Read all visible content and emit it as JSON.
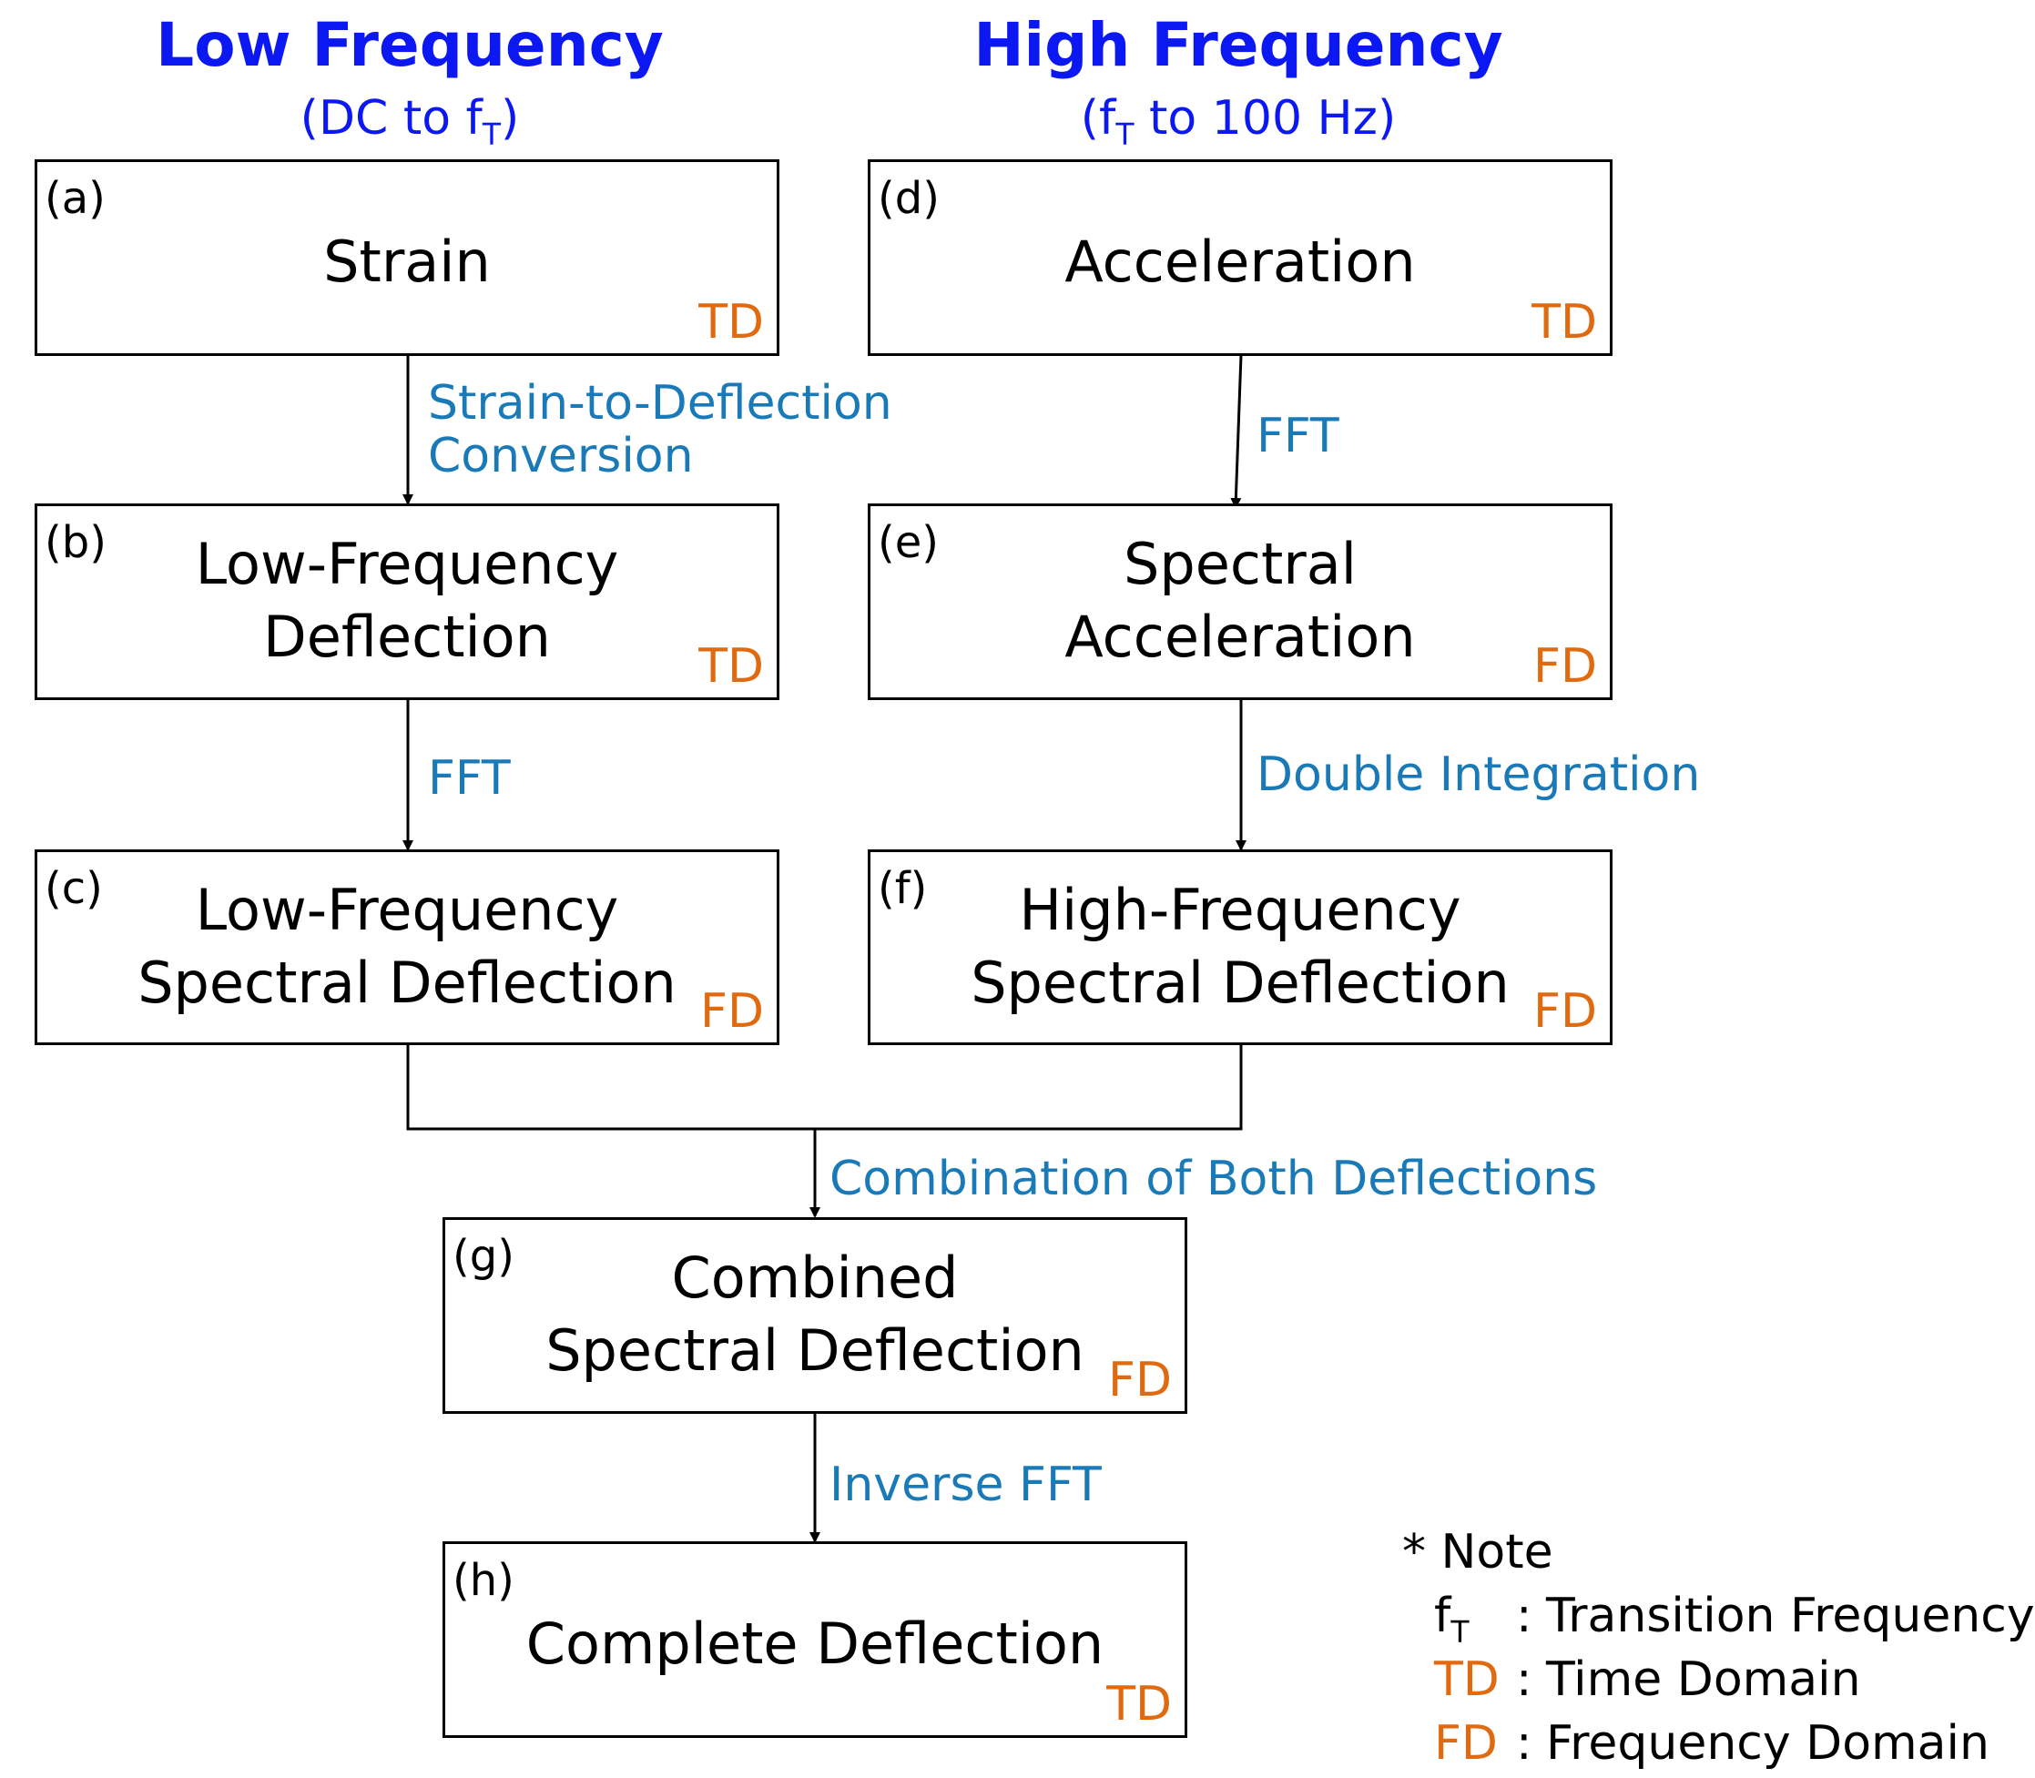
{
  "columns": {
    "low": {
      "title": "Low Frequency",
      "sub_pre": "(DC to f",
      "sub_subscript": "T",
      "sub_post": ")"
    },
    "high": {
      "title": "High Frequency",
      "sub_pre": "(f",
      "sub_subscript": "T",
      "sub_post": " to 100 Hz)"
    }
  },
  "boxes": {
    "a": {
      "letter": "(a)",
      "line1": "Strain",
      "domain": "TD"
    },
    "b": {
      "letter": "(b)",
      "line1": "Low-Frequency",
      "line2": "Deflection",
      "domain": "TD"
    },
    "c": {
      "letter": "(c)",
      "line1": "Low-Frequency",
      "line2": "Spectral Deflection",
      "domain": "FD"
    },
    "d": {
      "letter": "(d)",
      "line1": "Acceleration",
      "domain": "TD"
    },
    "e": {
      "letter": "(e)",
      "line1": "Spectral",
      "line2": "Acceleration",
      "domain": "FD"
    },
    "f": {
      "letter": "(f)",
      "line1": "High-Frequency",
      "line2": "Spectral Deflection",
      "domain": "FD"
    },
    "g": {
      "letter": "(g)",
      "line1": "Combined",
      "line2": "Spectral Deflection",
      "domain": "FD"
    },
    "h": {
      "letter": "(h)",
      "line1": "Complete Deflection",
      "domain": "TD"
    }
  },
  "edges": {
    "a_b": {
      "line1": "Strain-to-Deflection",
      "line2": "Conversion"
    },
    "b_c": "FFT",
    "d_e": "FFT",
    "e_f": "Double Integration",
    "cf_g": "Combination of Both Deflections",
    "g_h": "Inverse FFT"
  },
  "note": {
    "heading": "* Note",
    "items": [
      {
        "symbol": "f",
        "symbol_subscript": "T",
        "separator": ":",
        "definition": "Transition Frequency"
      },
      {
        "symbol": "TD",
        "separator": ":",
        "definition": "Time Domain"
      },
      {
        "symbol": "FD",
        "separator": ":",
        "definition": "Frequency Domain"
      }
    ]
  },
  "colors": {
    "header": "#0b18f2",
    "process_label": "#1a7ab8",
    "domain_tag": "#e06a10",
    "border": "#000000"
  }
}
